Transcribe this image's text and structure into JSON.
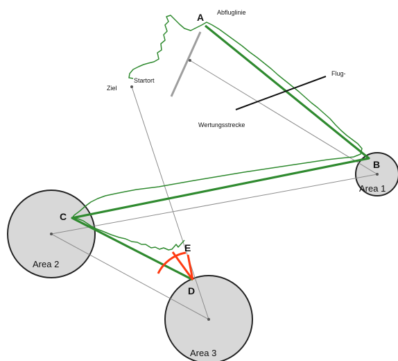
{
  "labels": {
    "point_a": "A",
    "point_b": "B",
    "point_c": "C",
    "point_d": "D",
    "point_e": "E",
    "abfluglinie": "Abfluglinie",
    "startort": "Startort",
    "ziel": "Ziel",
    "flug": "Flug-",
    "wertungsstrecke": "Wertungsstrecke",
    "area1": "Area 1",
    "area2": "Area 2",
    "area3": "Area 3"
  },
  "colors": {
    "track": "#2f8a2f",
    "scored_route": "#2f8a2f",
    "area_fill": "#d8d8d8",
    "area_stroke": "#222222",
    "task_lines": "#8c8c8c",
    "sector_arc": "#ff3b12",
    "start_line": "#9e9e9e",
    "leader_line": "#111111"
  }
}
